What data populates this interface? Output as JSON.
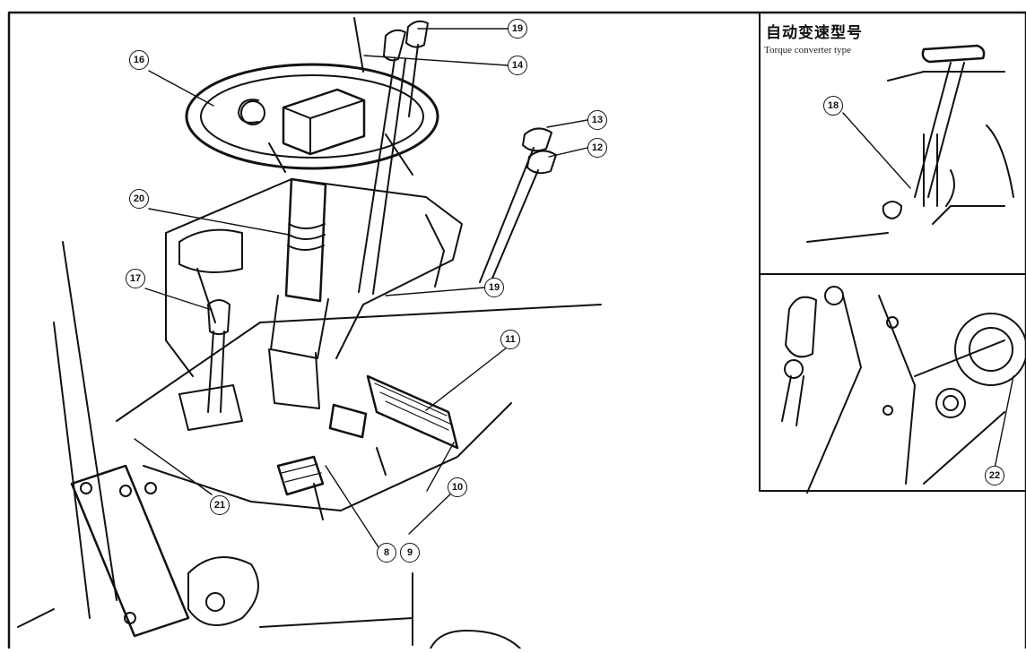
{
  "inset": {
    "title_cn": "自动变速型号",
    "title_en": "Torque converter type"
  },
  "callouts": [
    {
      "id": "c19a",
      "label": "19"
    },
    {
      "id": "c14",
      "label": "14"
    },
    {
      "id": "c16",
      "label": "16"
    },
    {
      "id": "c13",
      "label": "13"
    },
    {
      "id": "c12",
      "label": "12"
    },
    {
      "id": "c20",
      "label": "20"
    },
    {
      "id": "c17",
      "label": "17"
    },
    {
      "id": "c19b",
      "label": "19"
    },
    {
      "id": "c11",
      "label": "11"
    },
    {
      "id": "c10",
      "label": "10"
    },
    {
      "id": "c21",
      "label": "21"
    },
    {
      "id": "c8",
      "label": "8"
    },
    {
      "id": "c9",
      "label": "9"
    },
    {
      "id": "c18",
      "label": "18"
    },
    {
      "id": "c22",
      "label": "22"
    }
  ]
}
